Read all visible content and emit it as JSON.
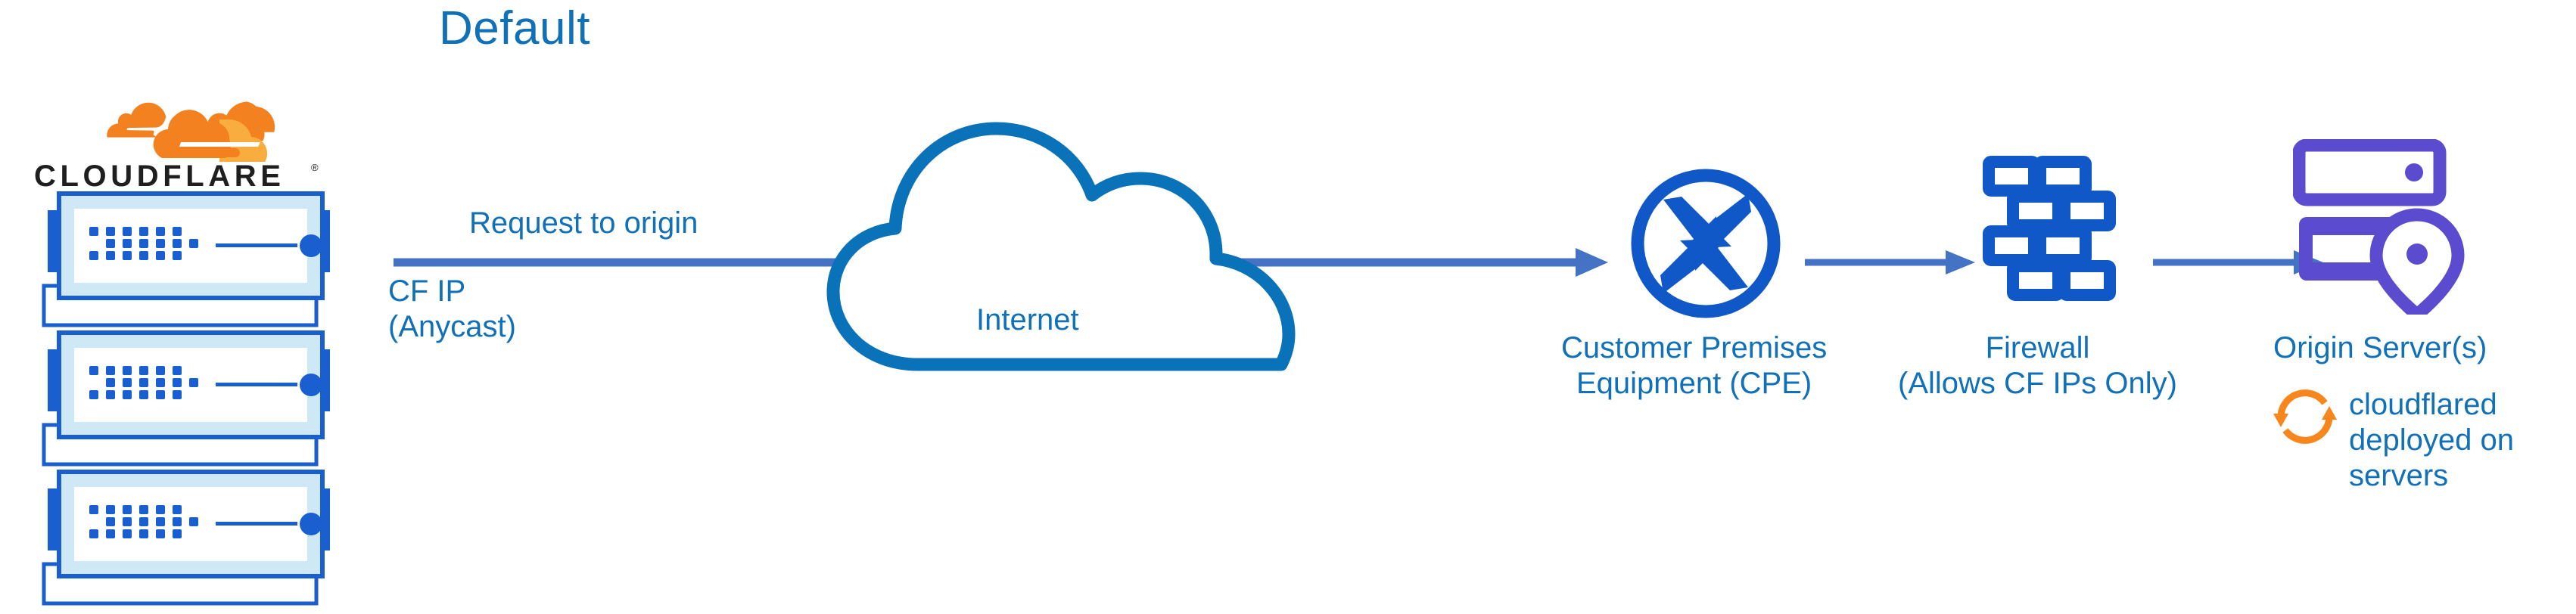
{
  "diagram": {
    "title": "Default",
    "type": "network-architecture-diagram",
    "colors": {
      "title_blue": "#1070b8",
      "label_blue": "#1070b8",
      "arrow_blue": "#4472c4",
      "cloud_outline_blue": "#0a72b9",
      "device_blue": "#1057c8",
      "origin_purple": "#5a4bcf",
      "cloudflare_orange": "#f48120",
      "cloudflare_orange_light": "#faad3f",
      "wordmark_black": "#1f1f1f",
      "server_light_fill": "#cfe8f5"
    }
  },
  "logo": {
    "wordmark": "CLOUDFLARE",
    "registered_mark": "®",
    "cloud_icon_name": "cloudflare-cloud-logo"
  },
  "servers": {
    "count": 3,
    "icon_name": "cloudflare-edge-server"
  },
  "flow": {
    "request_label": "Request to origin",
    "cf_ip_label": "CF IP\n(Anycast)",
    "internet_label": "Internet",
    "cpe_label": "Customer Premises\nEquipment (CPE)",
    "firewall_label": "Firewall\n(Allows CF IPs Only)",
    "origin_label": "Origin Server(s)",
    "cloudflared_label": "cloudflared\ndeployed on\nservers"
  },
  "icons": {
    "internet": "cloud-icon",
    "cpe": "router-four-arrows-icon",
    "firewall": "brick-wall-icon",
    "origin": "server-rack-with-location-pin-icon",
    "cloudflared": "sync-arrows-icon",
    "arrow": "arrow-right-icon"
  }
}
